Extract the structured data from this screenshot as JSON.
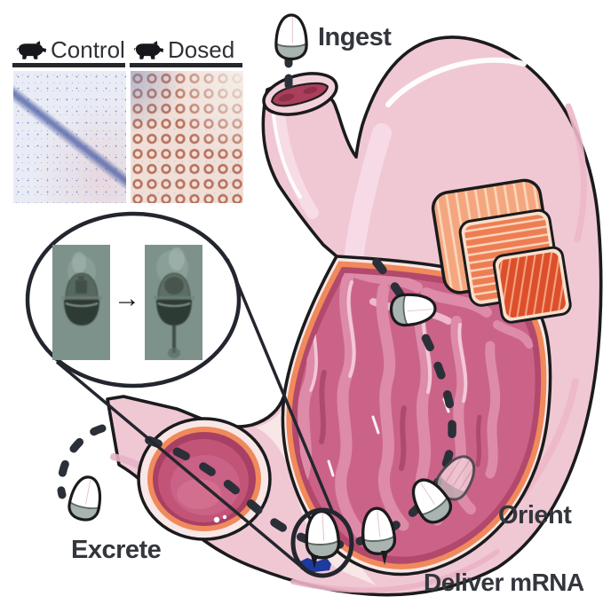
{
  "steps": {
    "ingest": "Ingest",
    "orient": "Orient",
    "deliver_mrna": "Deliver mRNA",
    "excrete": "Excrete"
  },
  "histology": {
    "control_label": "Control",
    "dosed_label": "Dosed"
  },
  "inset": {
    "arrow_glyph": "→"
  },
  "icons": {
    "pig": "pig-icon",
    "capsule": "capsule-icon",
    "arrow": "arrow-right-icon"
  },
  "colors": {
    "stomach_body": "#f0c8d4",
    "stomach_interior": "#b2496d",
    "rugae": "#cb6389",
    "rim_orange": "#f0895b",
    "muscle_outer": "#f4a77e",
    "muscle_middle": "#ee7d53",
    "muscle_inner": "#dd4f2b",
    "capsule_base_gray": "#a9b3b0",
    "mrna_blue": "#1d3a9e",
    "dash": "#2b2f38",
    "label_text": "#33363d"
  }
}
